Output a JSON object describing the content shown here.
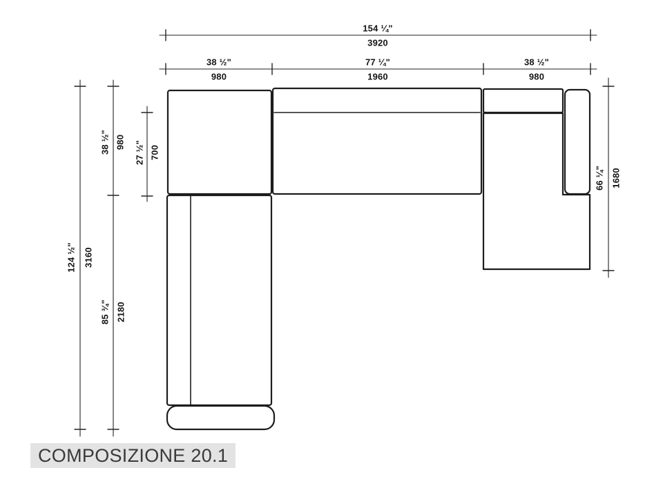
{
  "title": "COMPOSIZIONE 20.1",
  "dimensions": {
    "top_total": {
      "inches": "154 ¼\"",
      "mm": "3920"
    },
    "top_left": {
      "inches": "38 ½\"",
      "mm": "980"
    },
    "top_middle": {
      "inches": "77 ¼\"",
      "mm": "1960"
    },
    "top_right": {
      "inches": "38 ½\"",
      "mm": "980"
    },
    "left_total": {
      "inches": "124 ½\"",
      "mm": "3160"
    },
    "left_upper": {
      "inches": "38 ½\"",
      "mm": "980"
    },
    "left_inner": {
      "inches": "27 ½\"",
      "mm": "700"
    },
    "left_lower": {
      "inches": "85 ¾\"",
      "mm": "2180"
    },
    "right_side": {
      "inches": "66 ¼\"",
      "mm": "1680"
    }
  }
}
